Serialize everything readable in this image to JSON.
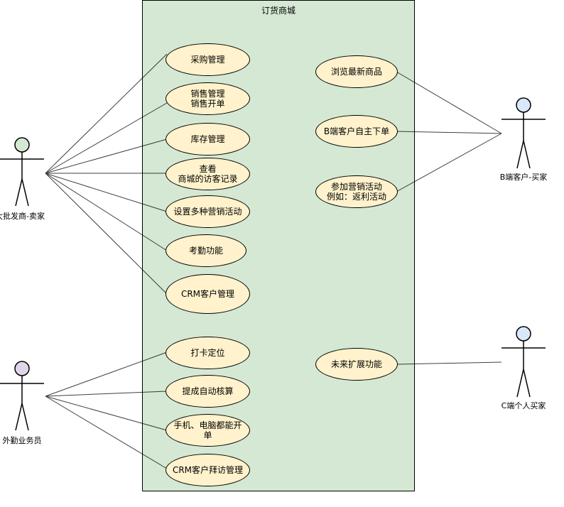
{
  "system": {
    "title": "订货商城"
  },
  "actors": {
    "wholesaler": {
      "label": "大批发商-卖家",
      "head_color": "#d5e8d4"
    },
    "salesman": {
      "label": "外勤业务员",
      "head_color": "#e1d5e7"
    },
    "b_buyer": {
      "label": "B端客户-买家",
      "head_color": "#dae8fc"
    },
    "c_buyer": {
      "label": "C端个人买家",
      "head_color": "#dae8fc"
    }
  },
  "use_cases": {
    "purchase": "采购管理",
    "sales": "销售管理\n销售开单",
    "inventory": "库存管理",
    "visitors": "查看\n商城的访客记录",
    "marketing_setup": "设置多种营销活动",
    "attendance": "考勤功能",
    "crm": "CRM客户管理",
    "checkin": "打卡定位",
    "commission": "提成自动核算",
    "mobile_order": "手机、电脑都能开单",
    "crm_visit": "CRM客户拜访管理",
    "browse": "浏览最新商品",
    "b_order": "B端客户自主下单",
    "promo": "参加营销活动\n例如：返利活动",
    "future": "未来扩展功能"
  },
  "colors": {
    "system_fill": "#d5e8d4",
    "usecase_fill": "#fff2cc",
    "line": "#000000"
  }
}
